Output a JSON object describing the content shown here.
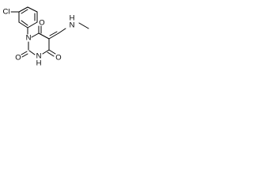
{
  "molecule": {
    "atoms": {
      "cl": "Cl",
      "n1": "N",
      "n3": "N",
      "n_methyl": "N",
      "nh": "H",
      "o4": "O",
      "o2": "O",
      "o6": "O",
      "h3": "H"
    }
  },
  "colors": {
    "bond": "#000000",
    "text": "#000000",
    "background": "#ffffff"
  }
}
